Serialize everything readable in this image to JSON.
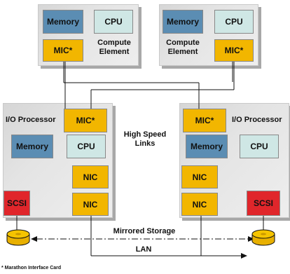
{
  "compute_left": {
    "memory": "Memory",
    "cpu": "CPU",
    "mic": "MIC*",
    "label_line1": "Compute",
    "label_line2": "Element"
  },
  "compute_right": {
    "memory": "Memory",
    "cpu": "CPU",
    "mic": "MIC*",
    "label_line1": "Compute",
    "label_line2": "Element"
  },
  "io_left": {
    "title": "I/O Processor",
    "mic": "MIC*",
    "memory": "Memory",
    "cpu": "CPU",
    "nic1": "NIC",
    "nic2": "NIC",
    "scsi": "SCSI"
  },
  "io_right": {
    "title": "I/O Processor",
    "mic": "MIC*",
    "memory": "Memory",
    "cpu": "CPU",
    "nic1": "NIC",
    "nic2": "NIC",
    "scsi": "SCSI"
  },
  "links_line1": "High Speed",
  "links_line2": "Links",
  "mirrored_storage": "Mirrored Storage",
  "lan": "LAN",
  "footnote": "* Marathon Interface Card",
  "colors": {
    "memory": "#5b8db3",
    "cpu": "#cfe7e5",
    "mic": "#f2b600",
    "scsi": "#e0262b",
    "panel": "#e4e4e4"
  }
}
